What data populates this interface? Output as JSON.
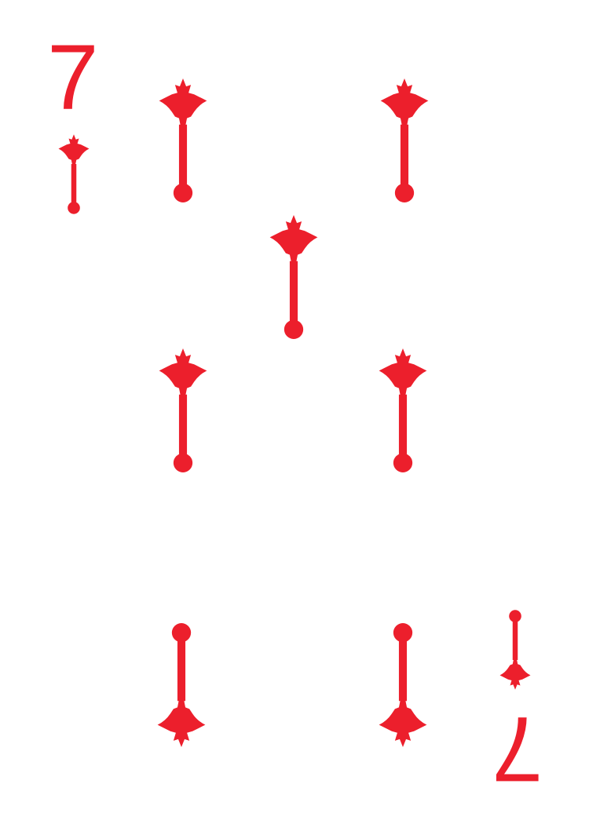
{
  "card": {
    "rank": "7",
    "suit_icon": "holly-arrow-icon",
    "color": "#ec1f2c",
    "background": "#ffffff",
    "pip_count": 7,
    "upright_pips": 5,
    "inverted_pips": 2
  }
}
